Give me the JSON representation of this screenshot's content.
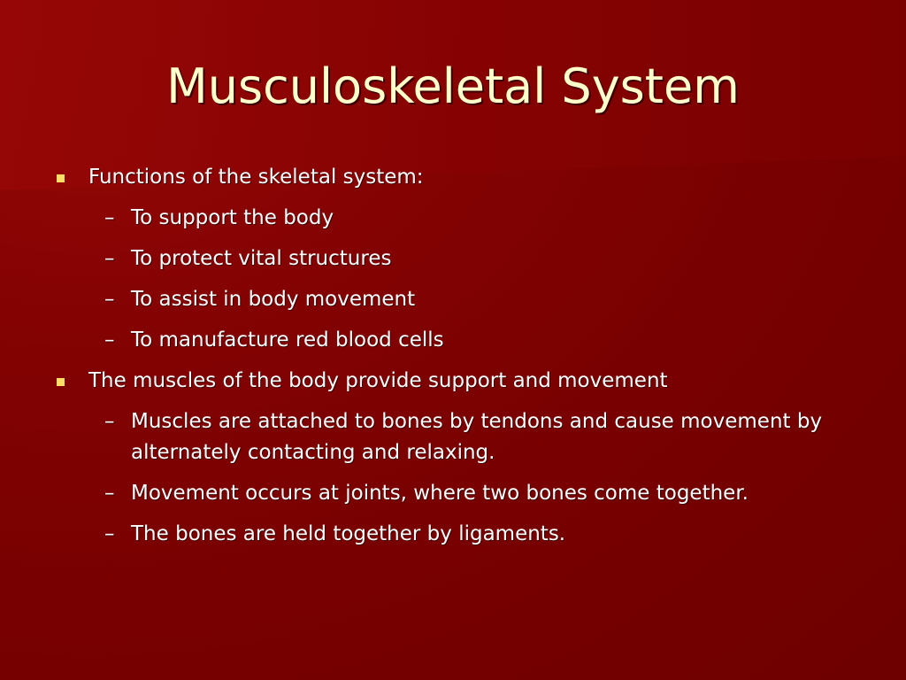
{
  "slide": {
    "title": "Musculoskeletal System",
    "bullets": [
      {
        "text": "Functions of the skeletal system:",
        "subitems": [
          "To support the body",
          "To protect vital structures",
          "To assist in body movement",
          "To manufacture red blood cells"
        ]
      },
      {
        "text": "The muscles of the body provide support and movement",
        "subitems": [
          "Muscles are attached to bones by tendons and cause movement by alternately contacting and relaxing.",
          "Movement occurs at joints, where two bones come together.",
          "The bones are held together by ligaments."
        ]
      }
    ],
    "dash_glyph": "–",
    "colors": {
      "title": "#ffffcc",
      "bullet_square": "#ffdd66",
      "background": "#7a0000"
    }
  }
}
